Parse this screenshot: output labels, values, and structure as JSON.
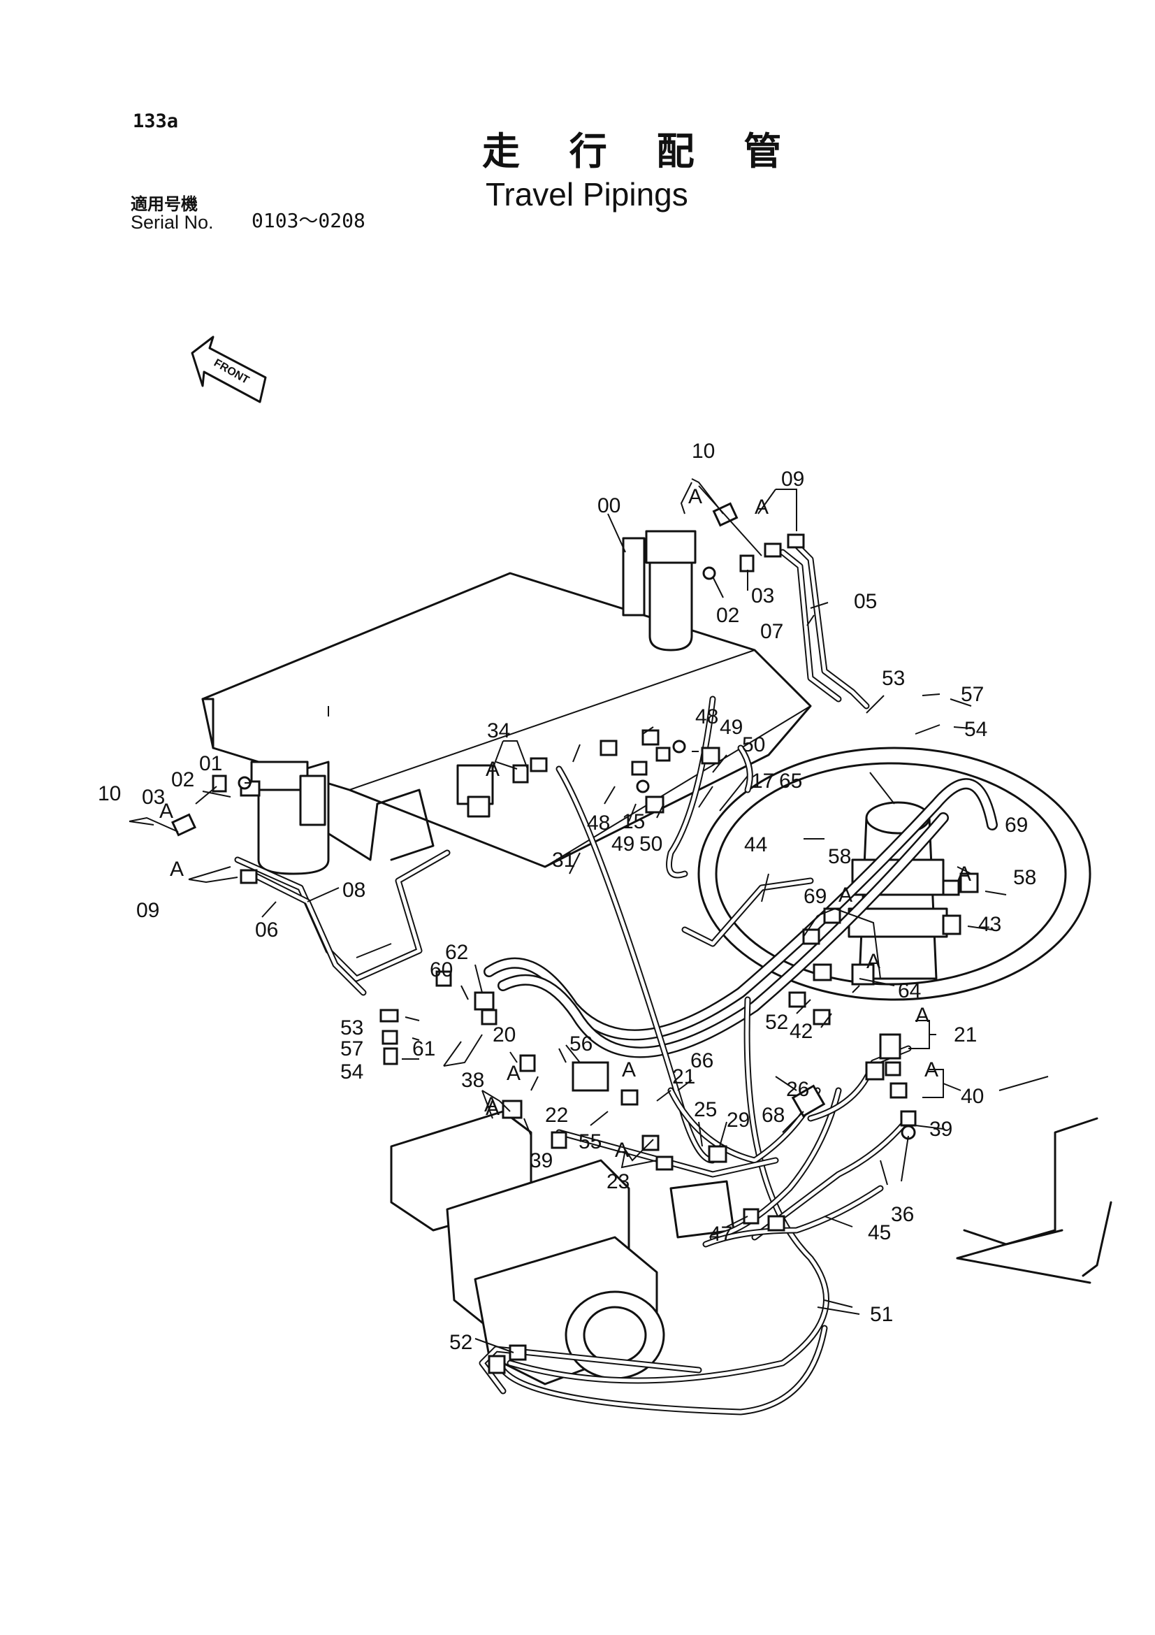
{
  "page_number": "133a",
  "title_jp": "走 行 配 管",
  "title_en": "Travel Pipings",
  "serial": {
    "label_jp": "適用号機",
    "label_en": "Serial No.",
    "value": "0103～0208"
  },
  "front_arrow_text": "FRONT",
  "callouts": [
    "00",
    "01",
    "02",
    "03",
    "05",
    "06",
    "07",
    "08",
    "09",
    "10",
    "15",
    "17",
    "20",
    "21",
    "22",
    "23",
    "25",
    "26",
    "29",
    "31",
    "34",
    "36",
    "38",
    "39",
    "40",
    "42",
    "43",
    "44",
    "45",
    "47",
    "48",
    "49",
    "50",
    "51",
    "52",
    "53",
    "54",
    "55",
    "56",
    "57",
    "58",
    "60",
    "61",
    "62",
    "64",
    "65",
    "66",
    "68",
    "69"
  ],
  "detail_marker": "A"
}
